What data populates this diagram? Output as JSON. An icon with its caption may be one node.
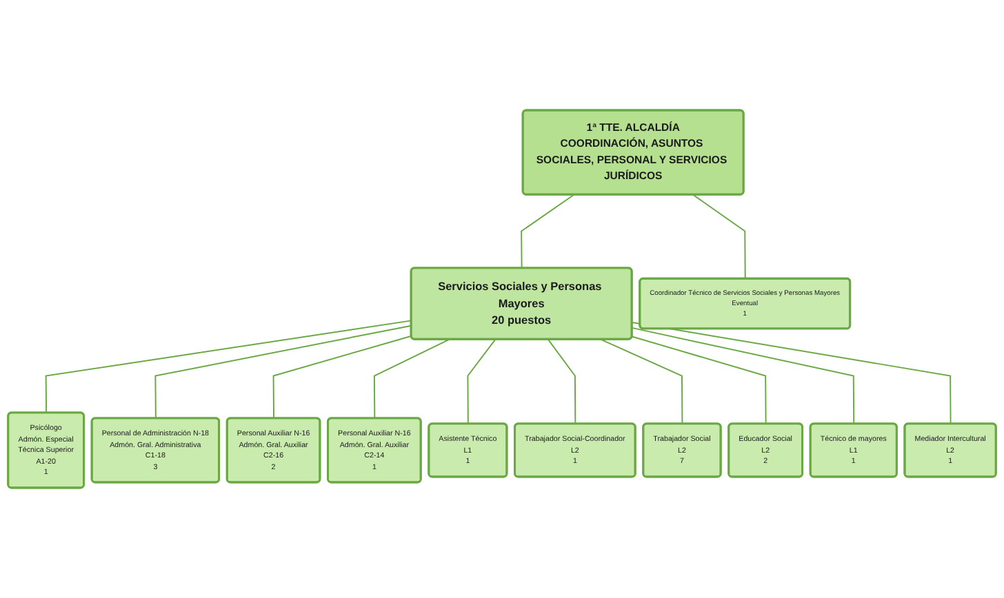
{
  "diagram": {
    "nodes": [
      {
        "text": [
          "1ª TTE. ALCALDÍA",
          "COORDINACIÓN, ASUNTOS SOCIALES, PERSONAL Y SERVICIOS JURÍDICOS"
        ]
      },
      {
        "text": [
          "Servicios Sociales y Personas Mayores",
          "20 puestos"
        ]
      },
      {
        "text": [
          "Coordinador Técnico de Servicios Sociales y Personas Mayores",
          "Eventual",
          "1"
        ]
      },
      {
        "text": [
          "Psicólogo",
          "Admón. Especial",
          "Técnica Superior",
          "A1-20",
          "1"
        ]
      },
      {
        "text": [
          "Personal de Administración N-18",
          "Admón. Gral. Administrativa",
          "C1-18",
          "3"
        ]
      },
      {
        "text": [
          "Personal Auxiliar N-16",
          "Admón. Gral. Auxiliar",
          "C2-16",
          "2"
        ]
      },
      {
        "text": [
          "Personal Auxiliar N-16",
          "Admón. Gral. Auxiliar",
          "C2-14",
          "1"
        ]
      },
      {
        "text": [
          "Asistente Técnico",
          "L1",
          "1"
        ]
      },
      {
        "text": [
          "Trabajador Social-Coordinador",
          "L2",
          "1"
        ]
      },
      {
        "text": [
          "Trabajador Social",
          "L2",
          "7"
        ]
      },
      {
        "text": [
          "Educador Social",
          "L2",
          "2"
        ]
      },
      {
        "text": [
          "Técnico de mayores",
          "L1",
          "1"
        ]
      },
      {
        "text": [
          "Mediador Intercultural",
          "L2",
          "1"
        ]
      }
    ],
    "edges": [
      {
        "from": 0,
        "to": 1,
        "arrow": "none"
      },
      {
        "from": 0,
        "to": 2,
        "arrow": "none"
      },
      {
        "from": 1,
        "to": 3,
        "arrow": "none"
      },
      {
        "from": 1,
        "to": 4,
        "arrow": "none"
      },
      {
        "from": 1,
        "to": 5,
        "arrow": "none"
      },
      {
        "from": 1,
        "to": 6,
        "arrow": "none"
      },
      {
        "from": 1,
        "to": 7,
        "arrow": "none"
      },
      {
        "from": 1,
        "to": 8,
        "arrow": "none"
      },
      {
        "from": 1,
        "to": 9,
        "arrow": "none"
      },
      {
        "from": 1,
        "to": 10,
        "arrow": "none"
      },
      {
        "from": 1,
        "to": 11,
        "arrow": "none"
      },
      {
        "from": 1,
        "to": 12,
        "arrow": "none"
      }
    ]
  }
}
